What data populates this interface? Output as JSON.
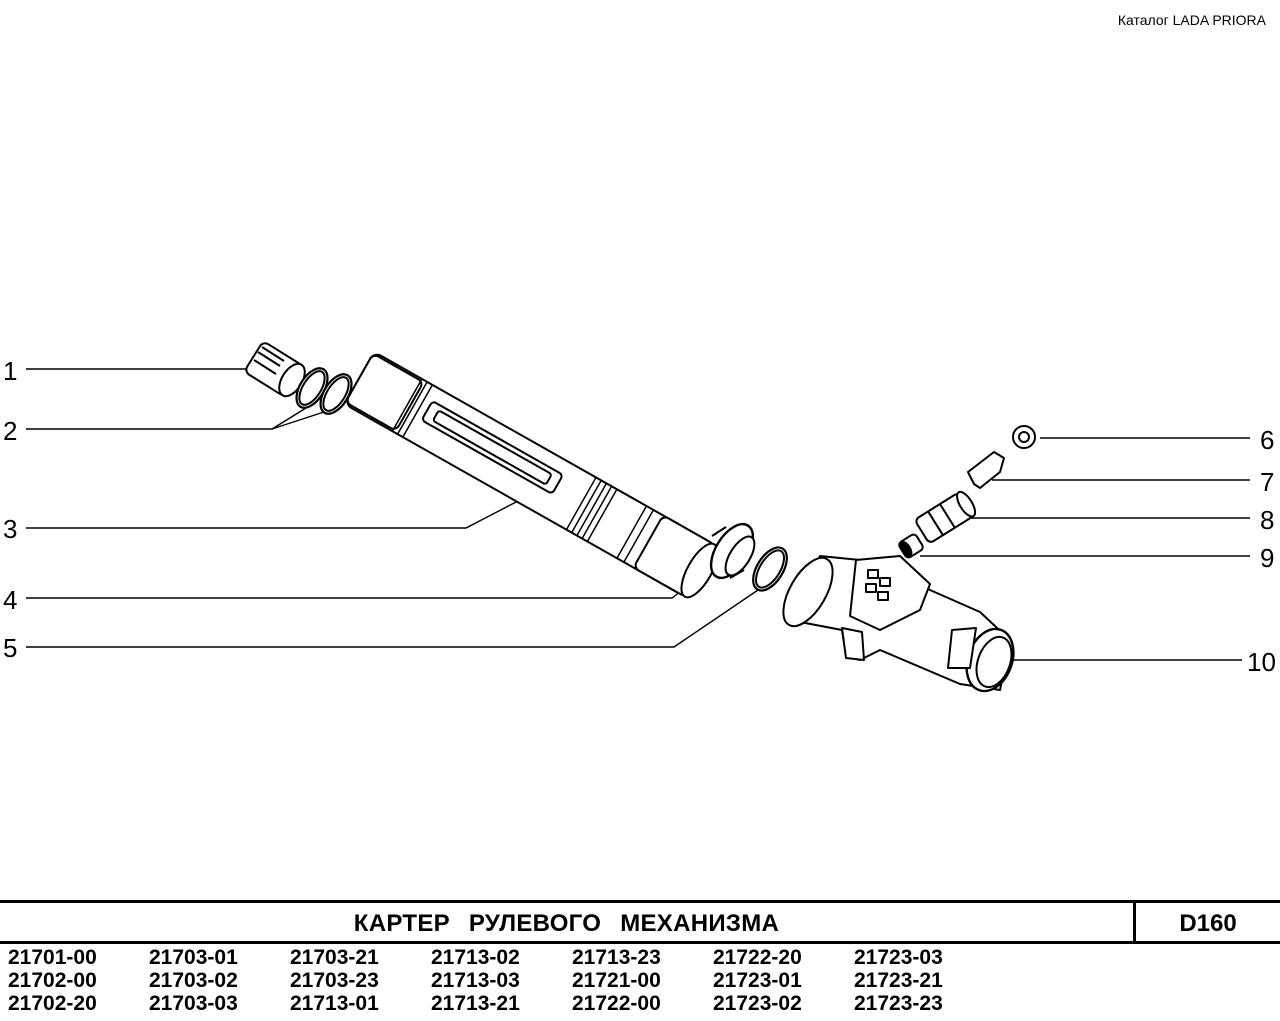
{
  "header": {
    "catalog": "Каталог  LADA  PRIORA"
  },
  "callouts": [
    "1",
    "2",
    "3",
    "4",
    "5",
    "6",
    "7",
    "8",
    "9",
    "10"
  ],
  "footer": {
    "title": "КАРТЕР   РУЛЕВОГО   МЕХАНИЗМА",
    "code": "D160",
    "models": [
      [
        "21701-00",
        "21702-00",
        "21702-20"
      ],
      [
        "21703-01",
        "21703-02",
        "21703-03"
      ],
      [
        "21703-21",
        "21703-23",
        "21713-01"
      ],
      [
        "21713-02",
        "21713-03",
        "21713-21"
      ],
      [
        "21713-23",
        "21721-00",
        "21722-00"
      ],
      [
        "21722-20",
        "21723-01",
        "21723-02"
      ],
      [
        "21723-03",
        "21723-21",
        "21723-23"
      ]
    ]
  },
  "colors": {
    "line": "#000000",
    "background": "#ffffff"
  }
}
